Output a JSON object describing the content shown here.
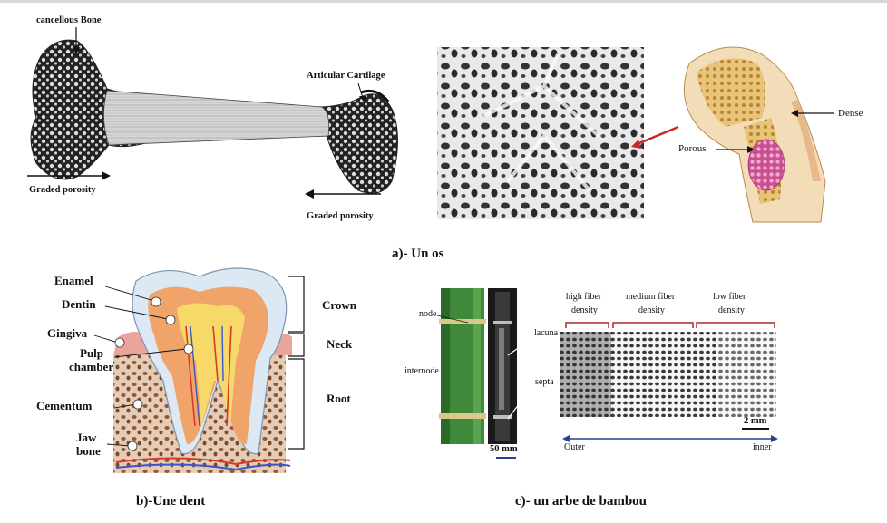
{
  "bone": {
    "labels": {
      "cancellous": "cancellous Bone",
      "articular": "Articular Cartilage",
      "graded_left": "Graded porosity",
      "graded_right": "Graded porosity",
      "dense": "Dense",
      "porous": "Porous"
    },
    "caption": "a)- Un os"
  },
  "tooth": {
    "labels": {
      "enamel": "Enamel",
      "dentin": "Dentin",
      "gingiva": "Gingiva",
      "pulp_1": "Pulp",
      "pulp_2": "chamber",
      "cementum": "Cementum",
      "jaw_1": "Jaw",
      "jaw_2": "bone"
    },
    "zones": {
      "crown": "Crown",
      "neck": "Neck",
      "root": "Root"
    },
    "caption": "b)-Une dent"
  },
  "bamboo": {
    "labels": {
      "node": "node",
      "internode": "internode",
      "lacuna": "lacuna",
      "septa": "septa",
      "scale_50": "50 mm",
      "high_1": "high fiber",
      "high_2": "density",
      "medium_1": "medium fiber",
      "medium_2": "density",
      "low_1": "low fiber",
      "low_2": "density",
      "scale_2": "2 mm",
      "outer": "Outer",
      "inner": "inner"
    },
    "caption": "c)- un arbe de bambou"
  },
  "colors": {
    "bracket_red": "#b3262a",
    "axis_blue": "#2a3f8f",
    "bamboo_green": "#3f8a3a",
    "gum_pink": "#e9a59a",
    "dentin_orange": "#f0a46a"
  }
}
